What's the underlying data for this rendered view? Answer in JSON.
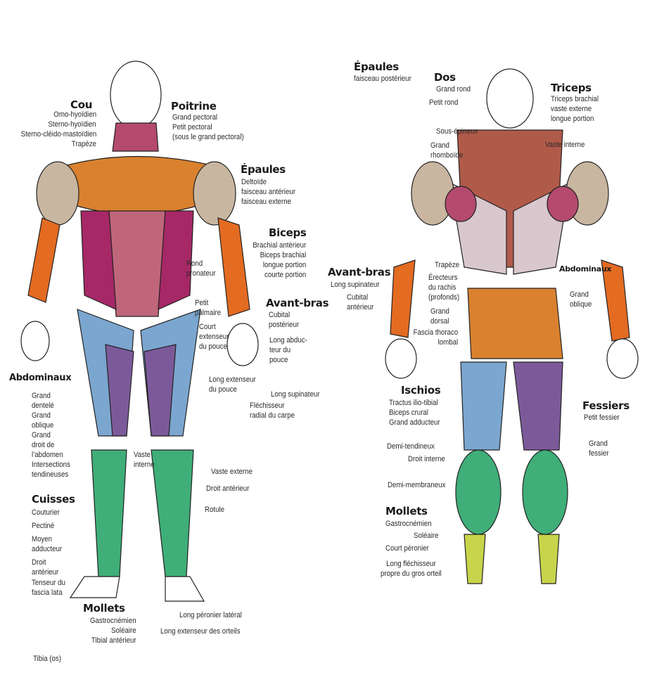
{
  "front": {
    "cou": {
      "title": "Cou",
      "items": [
        "Omo-hyoïdien",
        "Sterno-hyoïdien",
        "Sterno-cléido-mastoïdien",
        "Trapèze"
      ]
    },
    "poitrine": {
      "title": "Poitrine",
      "items": "Grand pectoral\nPetit pectoral\n(sous le grand pectoral)"
    },
    "epaules": {
      "title": "Épaules",
      "items": "Deltoïde\nfaisceau antérieur\nfaisceau externe"
    },
    "biceps": {
      "title": "Biceps",
      "items": "Brachial antérieur\nBiceps brachial\nlongue portion\ncourte portion"
    },
    "avant_bras": {
      "title": "Avant-bras",
      "cubital": "Cubital\npostérieur",
      "long_abducteur": "Long abduc-\nteur du\npouce",
      "long_supinateur": "Long supinateur",
      "flechisseur": "Fléchisseur\nradial du carpe",
      "rond_pronateur": "Rond\npronateur",
      "petit_palmaire": "Petit\npalmaire",
      "court_extenseur": "Court\nextenseur\ndu pouce",
      "long_extenseur": "Long extenseur\ndu pouce"
    },
    "abdominaux": {
      "title": "Abdominaux",
      "items": "Grand\ndentelé\nGrand\noblique\nGrand\ndroit de\nl’abdomen\nIntersections\ntendineuses"
    },
    "cuisses": {
      "title": "Cuisses",
      "items": [
        "Couturier",
        "Pectiné",
        "Moyen\nadducteur",
        "Droit\nantérieur",
        "Tenseur du\nfascia lata"
      ],
      "vaste_interne": "Vaste\ninterne",
      "vaste_externe": "Vaste externe",
      "droit_anterieur": "Droit antérieur",
      "rotule": "Rotule"
    },
    "tibia": "Tibia (os)",
    "mollets": {
      "title": "Mollets",
      "items": "Gastrocnémien\nSoléaire\nTibial antérieur",
      "long_peronier": "Long péronier latéral",
      "long_extenseur_orteils": "Long extenseur des orteils"
    }
  },
  "back": {
    "epaules": {
      "title": "Épaules",
      "items": "faisceau postérieur"
    },
    "dos": {
      "title": "Dos",
      "items": [
        "Grand rond",
        "Petit rond",
        "Sous-épineux",
        "Grand\nrhomboïde"
      ]
    },
    "triceps": {
      "title": "Triceps",
      "items": "Triceps brachial\nvaste externe\nlongue portion",
      "vaste_interne": "Vaste interne"
    },
    "trunk": {
      "trapeze": "Trapèze",
      "erecteurs": "Érecteurs\ndu rachis\n(profonds)",
      "grand_dorsal": "Grand\ndorsal",
      "fascia": "Fascia thoraco\nlombal"
    },
    "avant_bras": {
      "title": "Avant-bras",
      "long_supinateur": "Long supinateur",
      "cubital": "Cubital\nantérieur"
    },
    "abdominaux": {
      "title": "Abdominaux",
      "items": "Grand\noblique"
    },
    "ischios": {
      "title": "Ischios",
      "items": "Tractus ilio-tibial\nBiceps crural\nGrand adducteur",
      "demi_tendineux": "Demi-tendineux",
      "droit_interne": "Droit interne",
      "demi_membraneux": "Demi-membraneux"
    },
    "fessiers": {
      "title": "Fessiers",
      "petit": "Petit fessier",
      "grand": "Grand\nfessier"
    },
    "mollets": {
      "title": "Mollets",
      "items": [
        "Gastrocnémien",
        "Soléaire",
        "Court péronier",
        "Long fléchisseur\npropre du gros orteil"
      ]
    }
  },
  "colors": {
    "pectoral": "#d9812f",
    "abdomen": "#c0667a",
    "oblique": "#a62866",
    "thigh_blue": "#7ba6cf",
    "thigh_purple": "#7c5a9a",
    "calf_green": "#3fae78",
    "forearm": "#e36b22",
    "deltoid": "#c9b6a0",
    "back_gray": "#d8c7cc"
  }
}
